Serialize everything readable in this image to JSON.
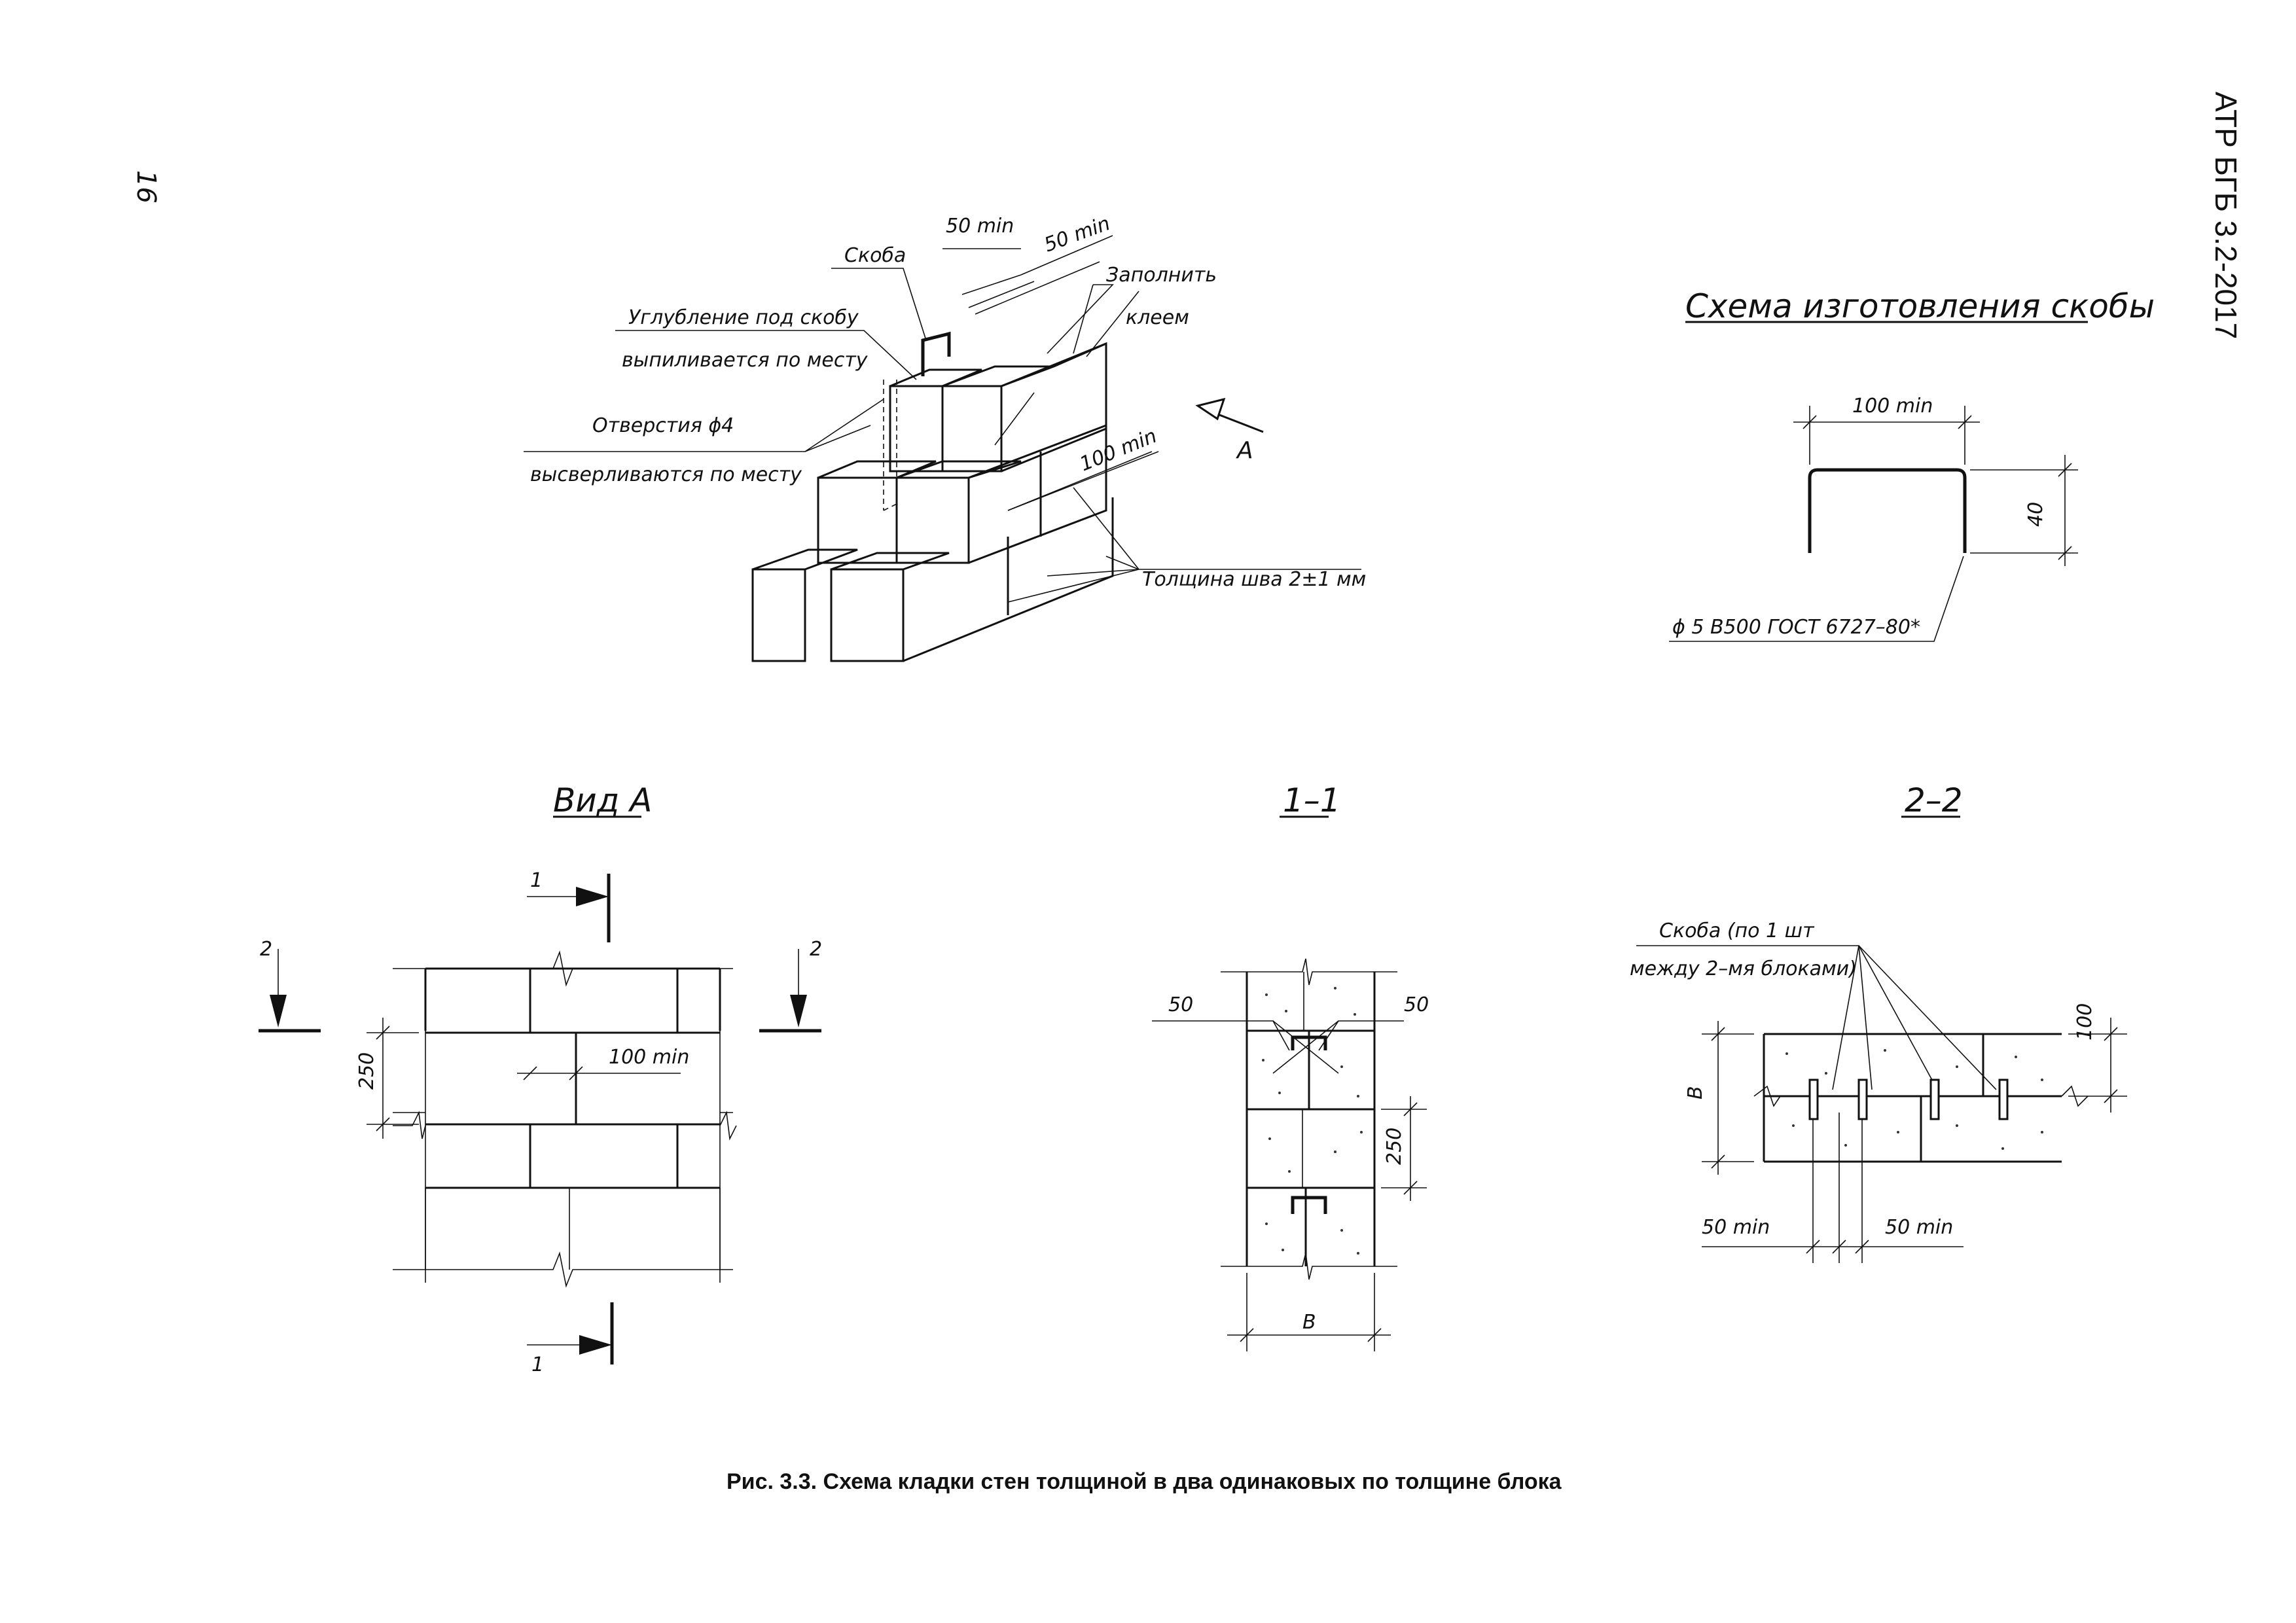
{
  "page": {
    "page_number": "16",
    "document_code": "АТР БГБ 3.2-2017",
    "caption": "Рис. 3.3. Схема кладки стен толщиной в два одинаковых по толщине блока"
  },
  "iso_view": {
    "label_skoba": "Скоба",
    "label_recess_1": "Углубление под скобу",
    "label_recess_2": "выпиливается по месту",
    "label_holes_1": "Отверстия ϕ4",
    "label_holes_2": "высверливаются по месту",
    "label_fill_1": "Заполнить",
    "label_fill_2": "клеем",
    "dim_50_a": "50 min",
    "dim_50_b": "50 min",
    "dim_100": "100 min",
    "label_joint": "Толщина шва 2±1 мм",
    "view_arrow_label": "А"
  },
  "staple_scheme": {
    "title": "Схема изготовления скобы",
    "dim_width": "100 min",
    "dim_height": "40",
    "spec": "ϕ 5 В500 ГОСТ 6727–80*"
  },
  "view_a": {
    "title": "Вид А",
    "cut1_top": "1",
    "cut1_bottom": "1",
    "cut2_left": "2",
    "cut2_right": "2",
    "dim_250": "250",
    "dim_100": "100 min"
  },
  "section_1_1": {
    "title": "1–1",
    "dim_50_left": "50",
    "dim_50_right": "50",
    "dim_250": "250",
    "dim_b": "В"
  },
  "section_2_2": {
    "title": "2–2",
    "label_1": "Скоба (по 1 шт",
    "label_2": "между 2–мя блоками)",
    "dim_100": "100",
    "dim_b": "В",
    "dim_50_left": "50 min",
    "dim_50_right": "50 min"
  }
}
